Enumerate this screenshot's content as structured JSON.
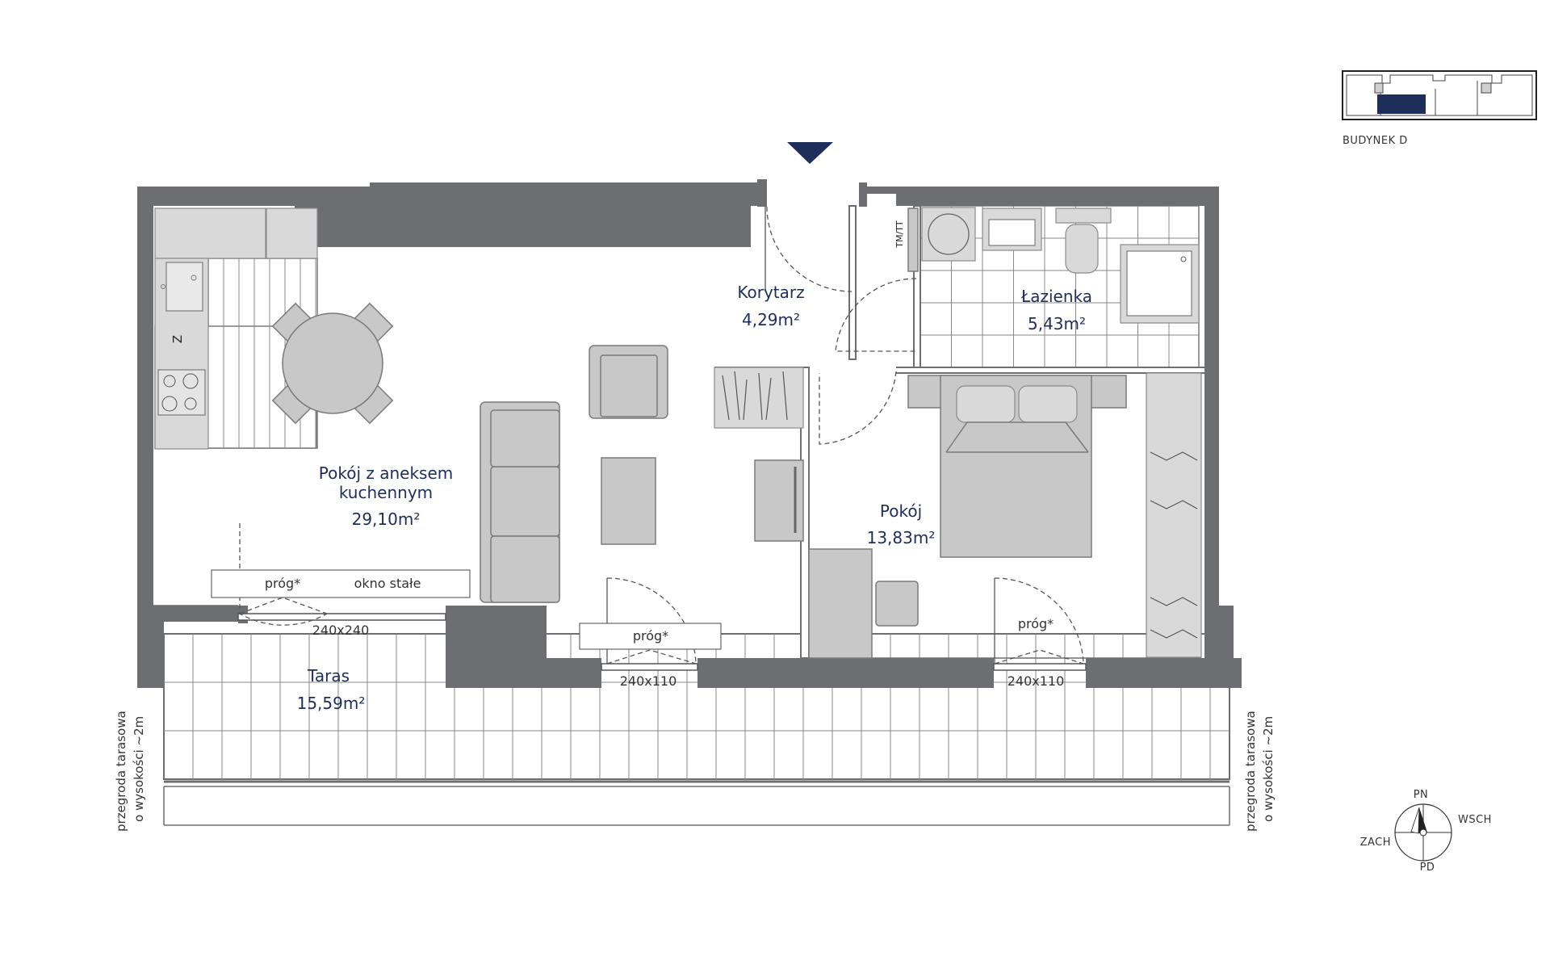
{
  "building": {
    "label": "BUDYNEK D"
  },
  "rooms": [
    {
      "id": "living",
      "name_line1": "Pokój z aneksem",
      "name_line2": "kuchennym",
      "area": "29,10m²"
    },
    {
      "id": "corridor",
      "name": "Korytarz",
      "area": "4,29m²"
    },
    {
      "id": "bathroom",
      "name": "Łazienka",
      "area": "5,43m²"
    },
    {
      "id": "bedroom",
      "name": "Pokój",
      "area": "13,83m²"
    },
    {
      "id": "terrace",
      "name": "Taras",
      "area": "15,59m²"
    }
  ],
  "labels": {
    "threshold": "próg*",
    "fixed_window": "okno stałe",
    "window_1": "240x240",
    "window_2": "240x110",
    "window_3": "240x110",
    "fridge_mark": "Z",
    "washer_mark": "TM/TT",
    "partition_line1": "przegroda tarasowa",
    "partition_line2": "o wysokości ~2m"
  },
  "compass": {
    "n": "PN",
    "e": "WSCH",
    "s": "PD",
    "w": "ZACH"
  },
  "colors": {
    "walls": "#6d6e71",
    "text": "#1f2d5a",
    "highlight": "#1f2d5a",
    "furniture": "#c8c8c8"
  }
}
